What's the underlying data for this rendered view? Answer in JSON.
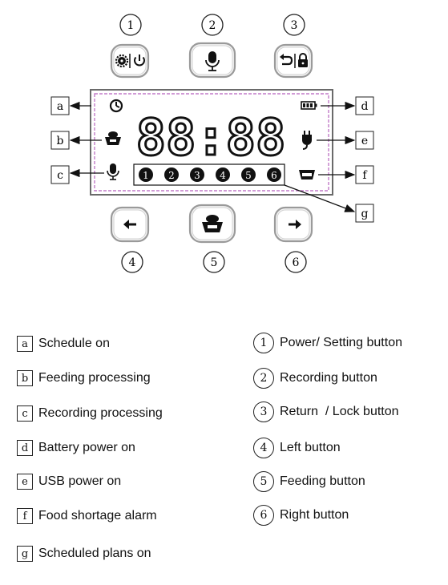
{
  "display": {
    "digits": "88:88",
    "slots": [
      "1",
      "2",
      "3",
      "4",
      "5",
      "6"
    ]
  },
  "diagram": {
    "buttons": [
      {
        "marker": "1",
        "icon": "gear-power-icon"
      },
      {
        "marker": "2",
        "icon": "microphone-icon"
      },
      {
        "marker": "3",
        "icon": "return-lock-icon"
      },
      {
        "marker": "4",
        "icon": "left-arrow-icon"
      },
      {
        "marker": "5",
        "icon": "food-bowl-icon"
      },
      {
        "marker": "6",
        "icon": "right-arrow-icon"
      }
    ],
    "indicators": [
      {
        "marker": "a",
        "icon": "clock-icon"
      },
      {
        "marker": "b",
        "icon": "feeding-bowl-icon"
      },
      {
        "marker": "c",
        "icon": "microphone-icon"
      },
      {
        "marker": "d",
        "icon": "battery-icon"
      },
      {
        "marker": "e",
        "icon": "plug-icon"
      },
      {
        "marker": "f",
        "icon": "empty-bowl-icon"
      },
      {
        "marker": "g",
        "icon": "schedule-slots"
      }
    ]
  },
  "legend": {
    "letters": [
      {
        "key": "a",
        "text": "Schedule on"
      },
      {
        "key": "b",
        "text": "Feeding processing"
      },
      {
        "key": "c",
        "text": "Recording processing"
      },
      {
        "key": "d",
        "text": "Battery power on"
      },
      {
        "key": "e",
        "text": "USB power on"
      },
      {
        "key": "f",
        "text": "Food shortage alarm"
      },
      {
        "key": "g",
        "text": "Scheduled plans on"
      }
    ],
    "numbers": [
      {
        "key": "1",
        "text": "Power/ Setting button"
      },
      {
        "key": "2",
        "text": "Recording button"
      },
      {
        "key": "3",
        "text": "Return  / Lock button"
      },
      {
        "key": "4",
        "text": "Left button"
      },
      {
        "key": "5",
        "text": "Feeding button"
      },
      {
        "key": "6",
        "text": "Right button"
      }
    ]
  },
  "colors": {
    "lcd_border": "#c27ac8",
    "stroke": "#1a1a1a",
    "button_border": "#b0b0b0"
  }
}
